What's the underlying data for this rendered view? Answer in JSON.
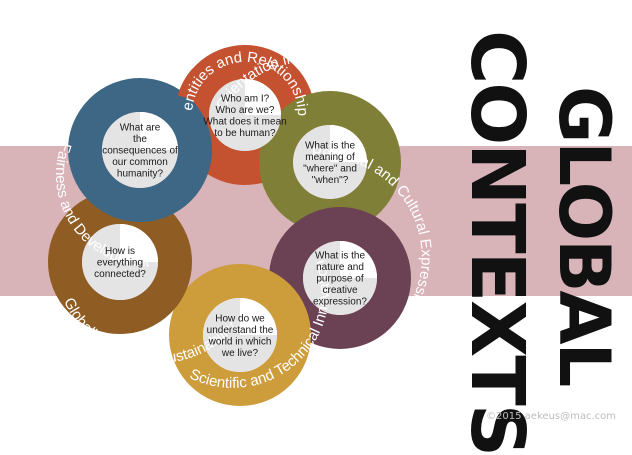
{
  "title": {
    "line1": "GLOBAL",
    "line2": "CONTEXTS"
  },
  "copyright": "©2015 aekeus@mac.com",
  "colors": {
    "band": "#d8b3b8",
    "identities": "#c4512f",
    "orientation": "#7f7f37",
    "personal": "#6b4253",
    "scientific": "#cd9c3b",
    "globalization": "#8f5d24",
    "fairness": "#3d6785"
  },
  "contexts": [
    {
      "name": "Identities and Relationships",
      "questions": [
        "Who am I?",
        "Who are we?",
        "What does it mean",
        "to be human?"
      ]
    },
    {
      "name": "Orientation in Space and Time",
      "questions": [
        "What is the",
        "meaning of",
        "\"where\" and",
        "\"when\"?"
      ]
    },
    {
      "name": "Personal and Cultural Expression",
      "questions": [
        "What is the",
        "nature and",
        "purpose of",
        "creative",
        "expression?"
      ]
    },
    {
      "name": "Scientific and Technical Innovation",
      "questions": [
        "How do we",
        "understand the",
        "world in which",
        "we live?"
      ]
    },
    {
      "name": "Globalization and Sustainability",
      "questions": [
        "How is",
        "everything",
        "connected?"
      ]
    },
    {
      "name": "Fairness and Development",
      "questions": [
        "What are",
        "the",
        "consequences of",
        "our common",
        "humanity?"
      ]
    }
  ]
}
